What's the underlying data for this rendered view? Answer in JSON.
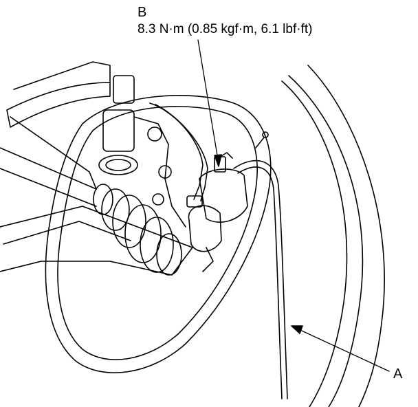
{
  "callouts": {
    "b": {
      "letter": "B",
      "spec": "8.3 N·m (0.85 kgf·m, 6.1 lbf·ft)"
    },
    "a": {
      "letter": "A"
    }
  },
  "colors": {
    "ink": "#000000",
    "paper": "#ffffff"
  }
}
